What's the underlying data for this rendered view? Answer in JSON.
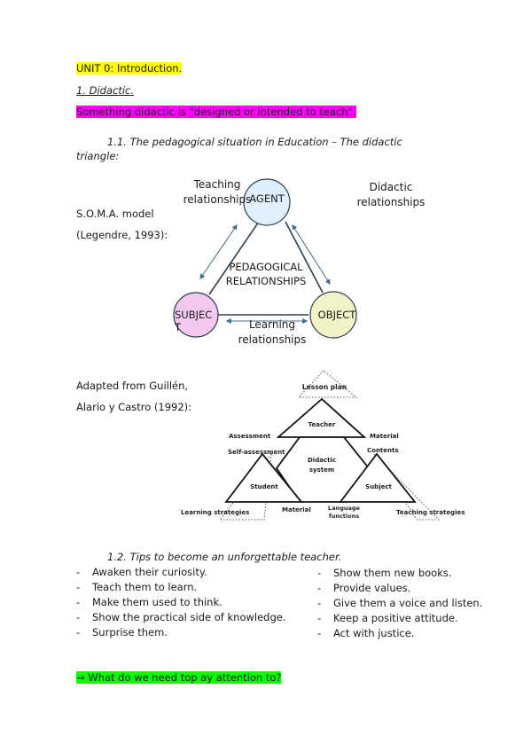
{
  "unit_title": "UNIT 0: Introduction.",
  "section1_title": "1. Didactic.",
  "definition": "Something didactic is \"designed or intended to teach\".",
  "section11_title": "1.1.  The  pedagogical  situation  in  Education  –  The  didactic",
  "section11_title_cont": "triangle:",
  "soma": {
    "model_line1": "S.O.M.A. model",
    "model_line2": "(Legendre, 1993):",
    "agent": "AGENT",
    "subject_line1": "SUBJEC",
    "subject_line2": "T",
    "object": "OBJECT",
    "center_line1": "PEDAGOGICAL",
    "center_line2": "RELATIONSHIPS",
    "teaching_line1": "Teaching",
    "teaching_line2": "relationships",
    "didactic_line1": "Didactic",
    "didactic_line2": "relationships",
    "learning_line1": "Learning",
    "learning_line2": "relationships",
    "colors": {
      "agent": "#dfeffb",
      "subject": "#f3c8ef",
      "object": "#f1f2c7",
      "arrow": "#3f6a8a"
    }
  },
  "guillen": {
    "caption_line1": "Adapted from Guillén,",
    "caption_line2": "Alario y Castro (1992):",
    "lesson_plan": "Lesson  plan",
    "teacher": "Teacher",
    "assessment": "Assessment",
    "material_top": "Material",
    "self_assessment": "Self-assessment",
    "didactic_line1": "Didactic",
    "didactic_line2": "system",
    "contents": "Contents",
    "student": "Student",
    "subject": "Subject",
    "learning_strategies": "Learning strategies",
    "material_bottom": "Material",
    "language_line1": "Language",
    "language_line2": "functions",
    "teaching_strategies": "Teaching strategies"
  },
  "section12_title": "1.2. Tips to become an unforgettable teacher.",
  "bullet_marker": "-",
  "tips_left": [
    "Awaken their curiosity.",
    "Teach them to learn.",
    "Make them used to think.",
    "Show the practical side of knowledge.",
    "Surprise them."
  ],
  "tips_right": [
    "Show them new books.",
    "Provide values.",
    "Give them a voice and listen.",
    "Keep a positive attitude.",
    "Act with justice."
  ],
  "arrow_symbol": "→",
  "question": " What do we need top ay attention to?"
}
